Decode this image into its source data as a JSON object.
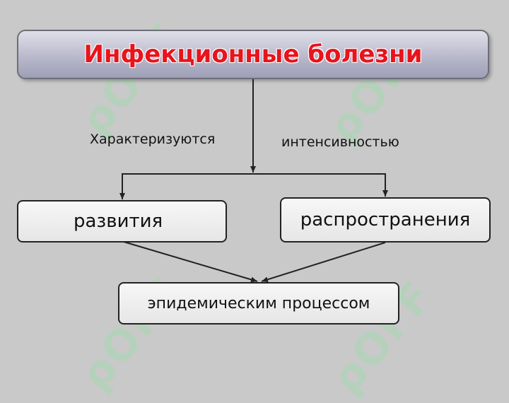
{
  "title": "Инфекционные болезни",
  "labels": {
    "left": "Характеризуются",
    "right": "интенсивностью"
  },
  "boxes": {
    "development": "развития",
    "spread": "распространения",
    "process": "эпидемическим процессом"
  },
  "colors": {
    "background": "#c9c9c9",
    "title_text": "#e8141c",
    "watermark": "#a8d8b0"
  }
}
